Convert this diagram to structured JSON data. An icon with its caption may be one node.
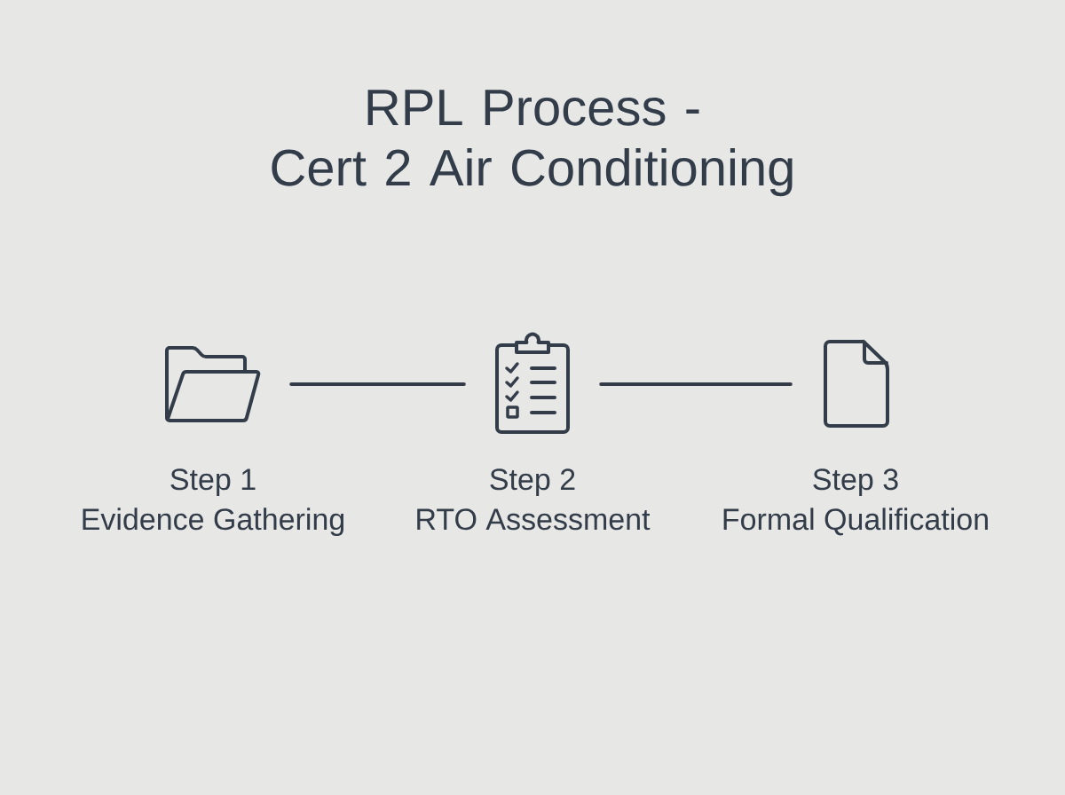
{
  "diagram": {
    "title": "RPL Process - Cert 2 Air Conditioning",
    "nodes": [
      {
        "text": [],
        "shape": "picture",
        "beside": [
          "Step 1",
          "Evidence Gathering"
        ]
      },
      {
        "text": [],
        "shape": "picture",
        "beside": [
          "Step 2",
          "RTO Assessment"
        ]
      },
      {
        "text": [],
        "shape": "picture",
        "beside": [
          "Step 3",
          "Formal Qualification"
        ]
      }
    ],
    "edges": [
      {
        "from": 0,
        "to": 1,
        "arrow": "none"
      },
      {
        "from": 1,
        "to": 2,
        "arrow": "none"
      }
    ]
  }
}
